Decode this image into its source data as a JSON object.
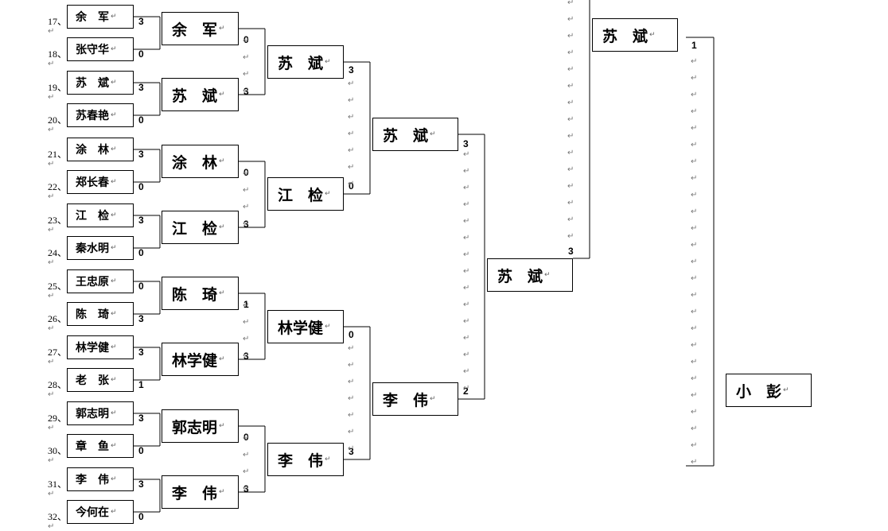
{
  "round1": [
    {
      "seed": "17、",
      "name": "余　军",
      "score": "3"
    },
    {
      "seed": "18、",
      "name": "张守华",
      "score": "0"
    },
    {
      "seed": "19、",
      "name": "苏　斌",
      "score": "3"
    },
    {
      "seed": "20、",
      "name": "苏春艳",
      "score": "0"
    },
    {
      "seed": "21、",
      "name": "涂　林",
      "score": "3"
    },
    {
      "seed": "22、",
      "name": "郑长春",
      "score": "0"
    },
    {
      "seed": "23、",
      "name": "江　检",
      "score": "3"
    },
    {
      "seed": "24、",
      "name": "秦水明",
      "score": "0"
    },
    {
      "seed": "25、",
      "name": "王忠原",
      "score": "0"
    },
    {
      "seed": "26、",
      "name": "陈　琦",
      "score": "3"
    },
    {
      "seed": "27、",
      "name": "林学健",
      "score": "3"
    },
    {
      "seed": "28、",
      "name": "老　张",
      "score": "1"
    },
    {
      "seed": "29、",
      "name": "郭志明",
      "score": "3"
    },
    {
      "seed": "30、",
      "name": "章　鱼",
      "score": "0"
    },
    {
      "seed": "31、",
      "name": "李　伟",
      "score": "3"
    },
    {
      "seed": "32、",
      "name": "今何在",
      "score": "0"
    }
  ],
  "round2": [
    {
      "name": "余　军",
      "score": "0"
    },
    {
      "name": "苏　斌",
      "score": "3"
    },
    {
      "name": "涂　林",
      "score": "0"
    },
    {
      "name": "江　检",
      "score": "3"
    },
    {
      "name": "陈　琦",
      "score": "1"
    },
    {
      "name": "林学健",
      "score": "3"
    },
    {
      "name": "郭志明",
      "score": "0"
    },
    {
      "name": "李　伟",
      "score": "3"
    }
  ],
  "round3": [
    {
      "name": "苏　斌",
      "score": "3"
    },
    {
      "name": "江　检",
      "score": "0"
    },
    {
      "name": "林学健",
      "score": "0"
    },
    {
      "name": "李　伟",
      "score": "3"
    }
  ],
  "round4": [
    {
      "name": "苏　斌",
      "score": "3"
    },
    {
      "name": "李　伟",
      "score": "2"
    }
  ],
  "round5": {
    "name": "苏　斌",
    "score": "3"
  },
  "top_final": {
    "name": "苏　斌",
    "score": "1"
  },
  "opponent": {
    "name": "小　彭"
  },
  "return_mark": "↵"
}
